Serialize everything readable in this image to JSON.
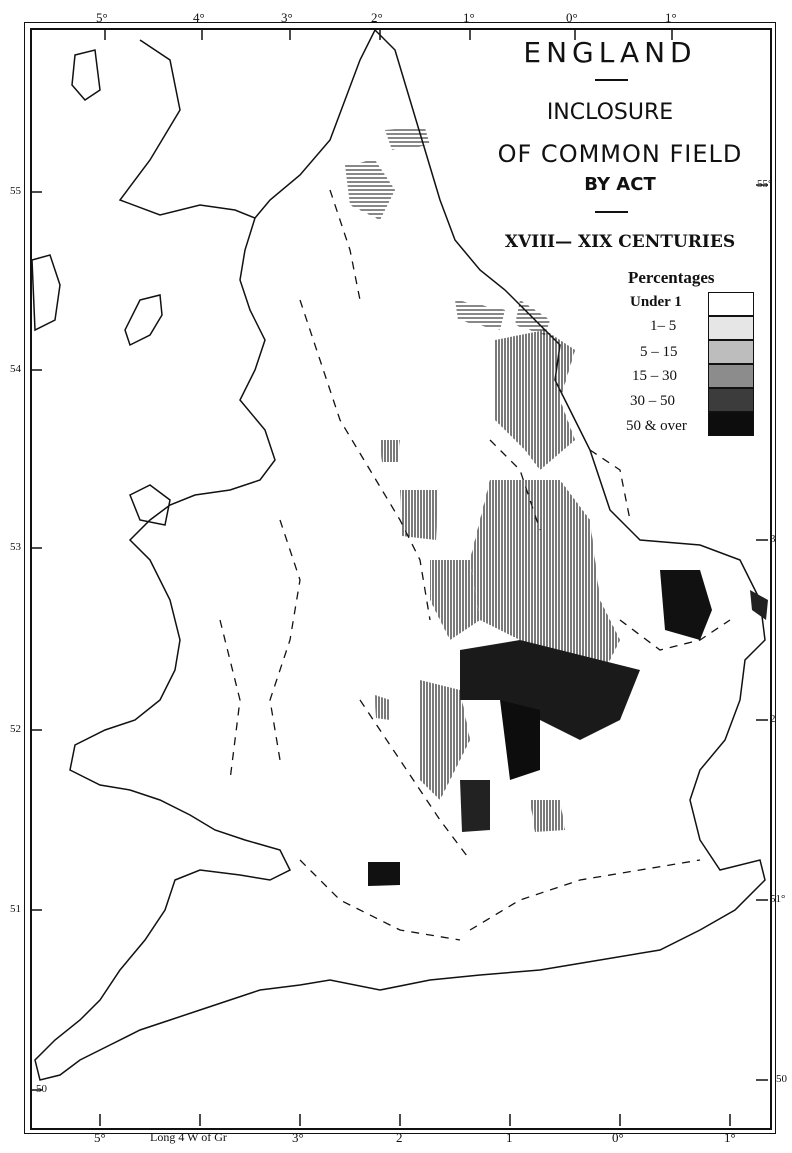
{
  "title": {
    "line1": "ENGLAND",
    "line2": "INCLOSURE",
    "line3": "OF COMMON FIELD",
    "line4": "BY ACT",
    "period": "XVIII— XIX CENTURIES"
  },
  "legend": {
    "heading": "Percentages",
    "items": [
      {
        "label": "Under 1",
        "color": "#ffffff"
      },
      {
        "label": "1– 5",
        "color": "#e6e6e6"
      },
      {
        "label": "5 – 15",
        "color": "#bdbdbd"
      },
      {
        "label": "15 – 30",
        "color": "#8c8c8c"
      },
      {
        "label": "30 – 50",
        "color": "#3c3c3c"
      },
      {
        "label": "50 & over",
        "color": "#0d0d0d"
      }
    ]
  },
  "top_ticks": [
    "5°",
    "4°",
    "3°",
    "2°",
    "1°",
    "0°",
    "1°"
  ],
  "bottom_ticks": [
    "5°",
    "Long 4 W of Gr",
    "3°",
    "2",
    "1",
    "0°",
    "1°"
  ],
  "left_ticks": [
    "55",
    "54",
    "53",
    "52",
    "51",
    "50"
  ],
  "right_ticks": [
    "55°",
    "3",
    "2",
    "51°",
    "50"
  ]
}
